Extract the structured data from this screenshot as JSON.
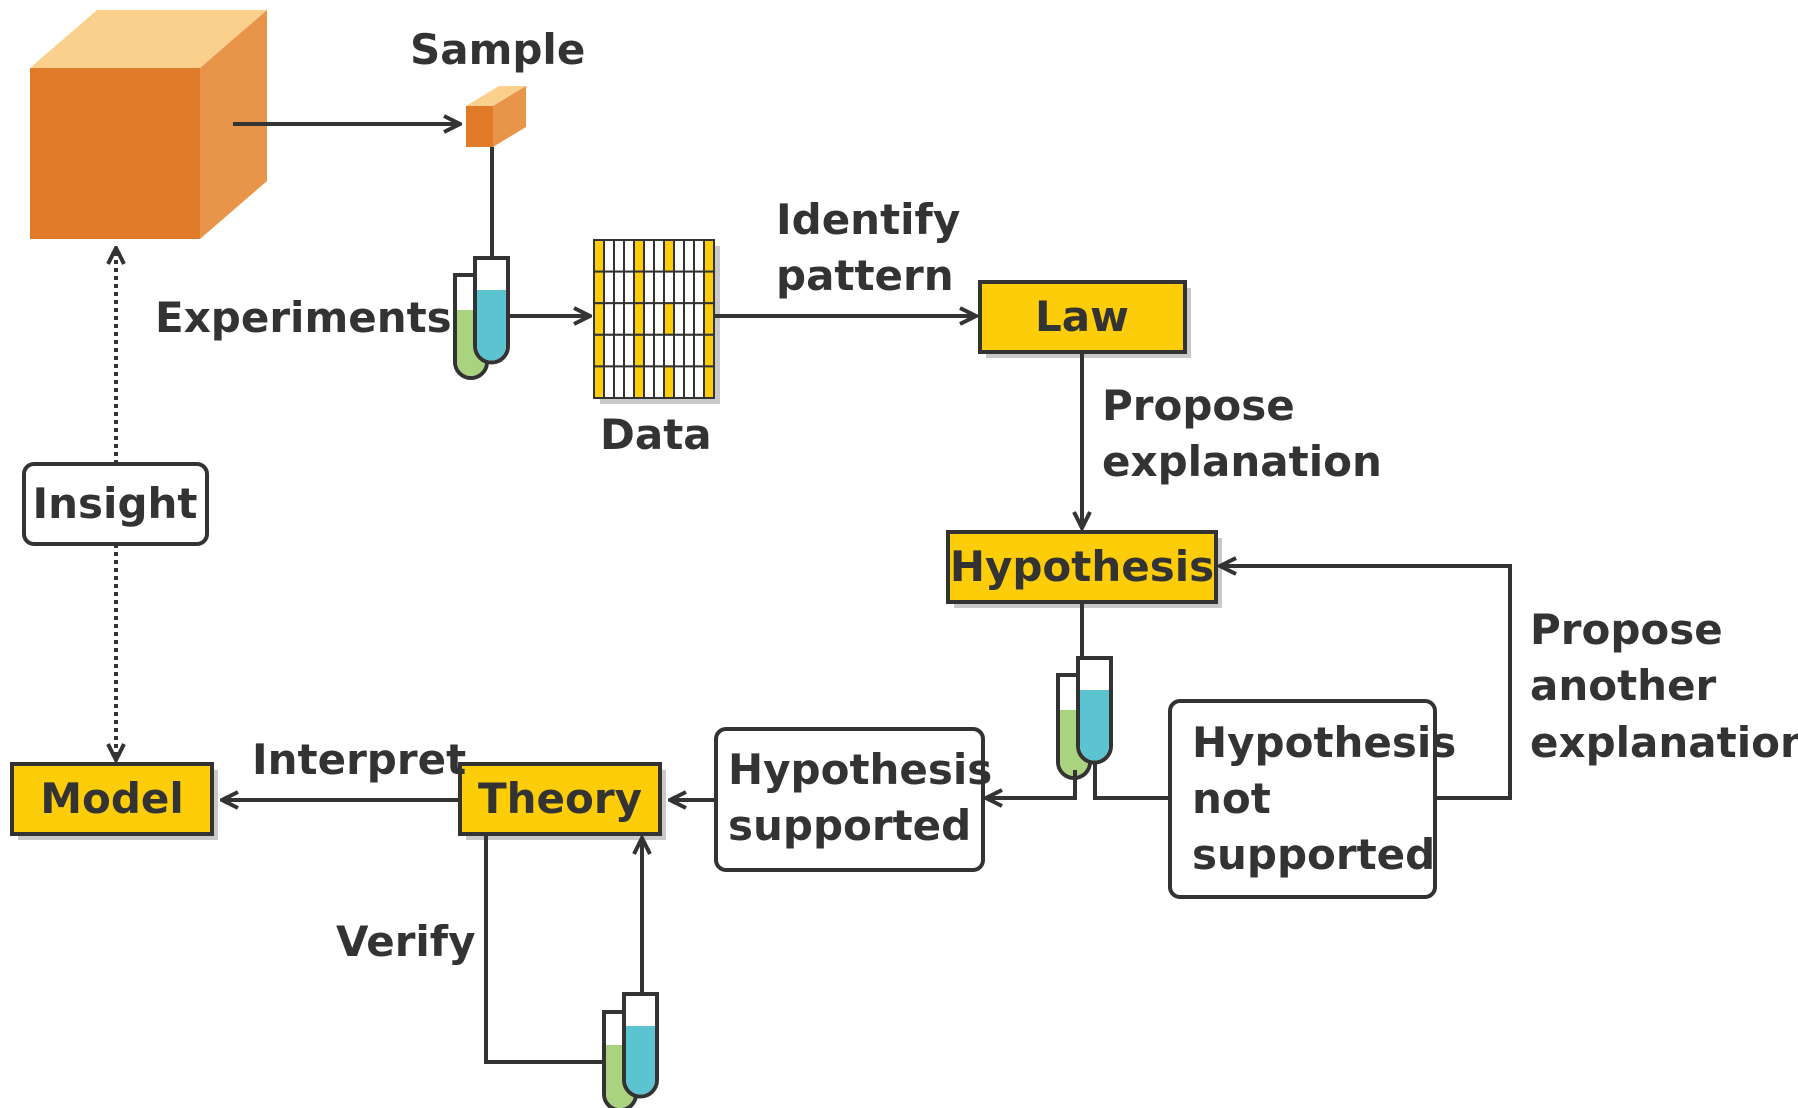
{
  "labels": {
    "sample": "Sample",
    "experiments": "Experiments",
    "data": "Data",
    "identify_pattern": [
      "Identify",
      "pattern"
    ],
    "propose_explanation": [
      "Propose",
      "explanation"
    ],
    "propose_another_explanation": [
      "Propose",
      "another",
      "explanation"
    ],
    "interpret": "Interpret",
    "verify": "Verify"
  },
  "boxes": {
    "law": "Law",
    "hypothesis": "Hypothesis",
    "theory": "Theory",
    "model": "Model",
    "insight": "Insight",
    "hypothesis_supported": [
      "Hypothesis",
      "supported"
    ],
    "hypothesis_not_supported": [
      "Hypothesis",
      "not",
      "supported"
    ]
  },
  "colors": {
    "highlight_box": "#fdcd0a",
    "cube_front": "#e07b2a",
    "cube_top": "#fbd08c",
    "cube_side": "#e8954a",
    "liquid_blue": "#5cc4d0",
    "liquid_green": "#a9d37f",
    "ink": "#333333"
  }
}
